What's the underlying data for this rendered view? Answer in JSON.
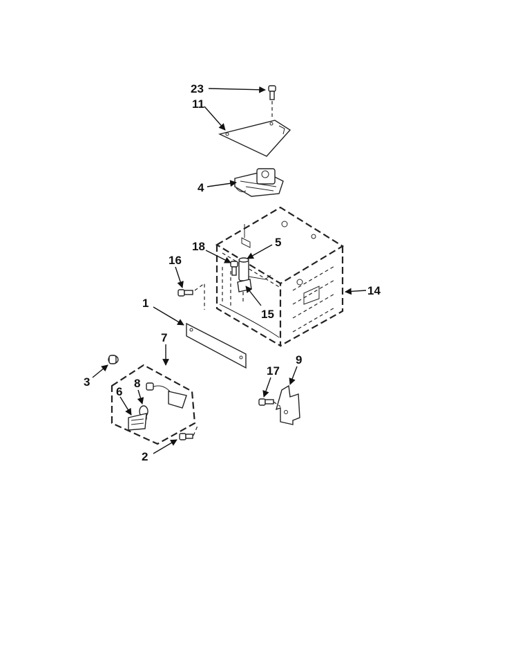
{
  "callouts": {
    "c23": "23",
    "c11": "11",
    "c4": "4",
    "c18": "18",
    "c5": "5",
    "c16": "16",
    "c1": "1",
    "c15": "15",
    "c14": "14",
    "c7": "7",
    "c9": "9",
    "c3": "3",
    "c8": "8",
    "c6": "6",
    "c17": "17",
    "c2": "2"
  }
}
